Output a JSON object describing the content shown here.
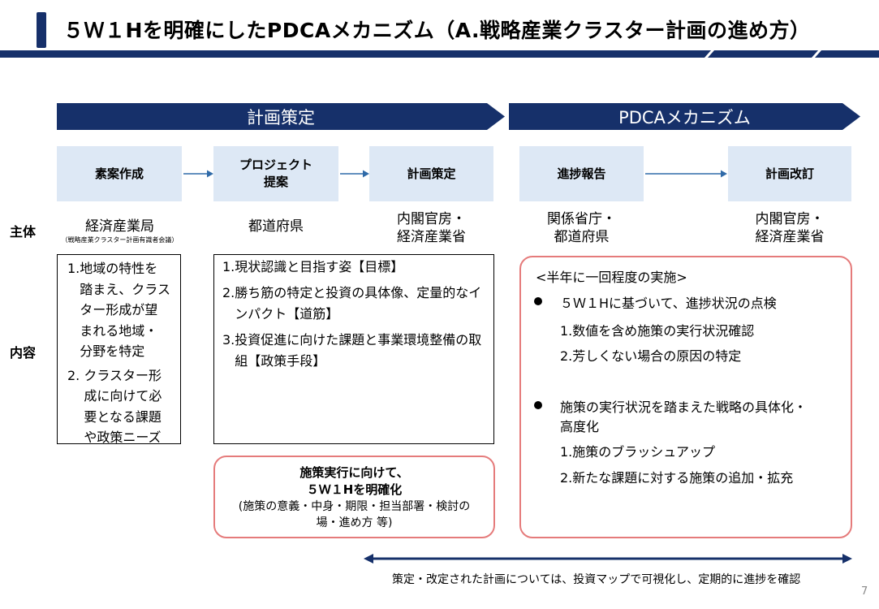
{
  "header": {
    "title": "５Ｗ１Hを明確にしたPDCAメカニズム（A.戦略産業クラスター計画の進め方）",
    "accent_color": "#16306a"
  },
  "phases": {
    "planning": "計画策定",
    "pdca": "PDCAメカニズム"
  },
  "steps": {
    "draft": "素案作成",
    "project_line1": "プロジェクト",
    "project_line2": "提案",
    "plan": "計画策定",
    "report": "進捗報告",
    "revision": "計画改訂"
  },
  "row_labels": {
    "actor": "主体",
    "content": "内容"
  },
  "actors": {
    "draft": "経済産業局",
    "draft_note": "（戦略産業クラスター計画有識者会議）",
    "project": "都道府県",
    "plan_line1": "内閣官房・",
    "plan_line2": "経済産業省",
    "report_line1": "関係省庁・",
    "report_line2": "都道府県",
    "revision_line1": "内閣官房・",
    "revision_line2": "経済産業省"
  },
  "draft_items": [
    {
      "num": "1.",
      "text": "地域の特性を踏まえ、クラスター形成が望まれる地域・分野を特定"
    },
    {
      "num": "2. ",
      "text": "クラスター形成に向けて必要となる課題や政策ニーズ"
    }
  ],
  "project_items": [
    {
      "num": "1.",
      "text": "現状認識と目指す姿【目標】"
    },
    {
      "num": "2.",
      "text": "勝ち筋の特定と投資の具体像、定量的なインパクト【道筋】"
    },
    {
      "num": "3.",
      "text": "投資促進に向けた課題と事業環境整備の取組【政策手段】"
    }
  ],
  "clarify": {
    "line1": "施策実行に向けて、",
    "line2": "５Ｗ１Hを明確化",
    "line3": "(施策の意義・中身・期限・担当部署・検討の",
    "line4": "場・進め方 等)"
  },
  "pdca": {
    "frequency": "<半年に一回程度の実施>",
    "bullet1": "５Ｗ１Hに基づいて、進捗状況の点検",
    "bullet1_sub1": "1.数値を含め施策の実行状況確認",
    "bullet1_sub2": "2.芳しくない場合の原因の特定",
    "bullet2_line1": "施策の実行状況を踏まえた戦略の具体化・",
    "bullet2_line2": "高度化",
    "bullet2_sub1": "1.施策のブラッシュアップ",
    "bullet2_sub2": "2.新たな課題に対する施策の追加・拡充"
  },
  "footer": {
    "note": "策定・改定された計画については、投資マップで可視化し、定期的に進捗を確認",
    "page_number": "7"
  },
  "colors": {
    "navy": "#16306a",
    "step_fill": "#dde8f5",
    "rounded_border": "#e57b7b",
    "arrow_blue": "#2f6aa8"
  }
}
